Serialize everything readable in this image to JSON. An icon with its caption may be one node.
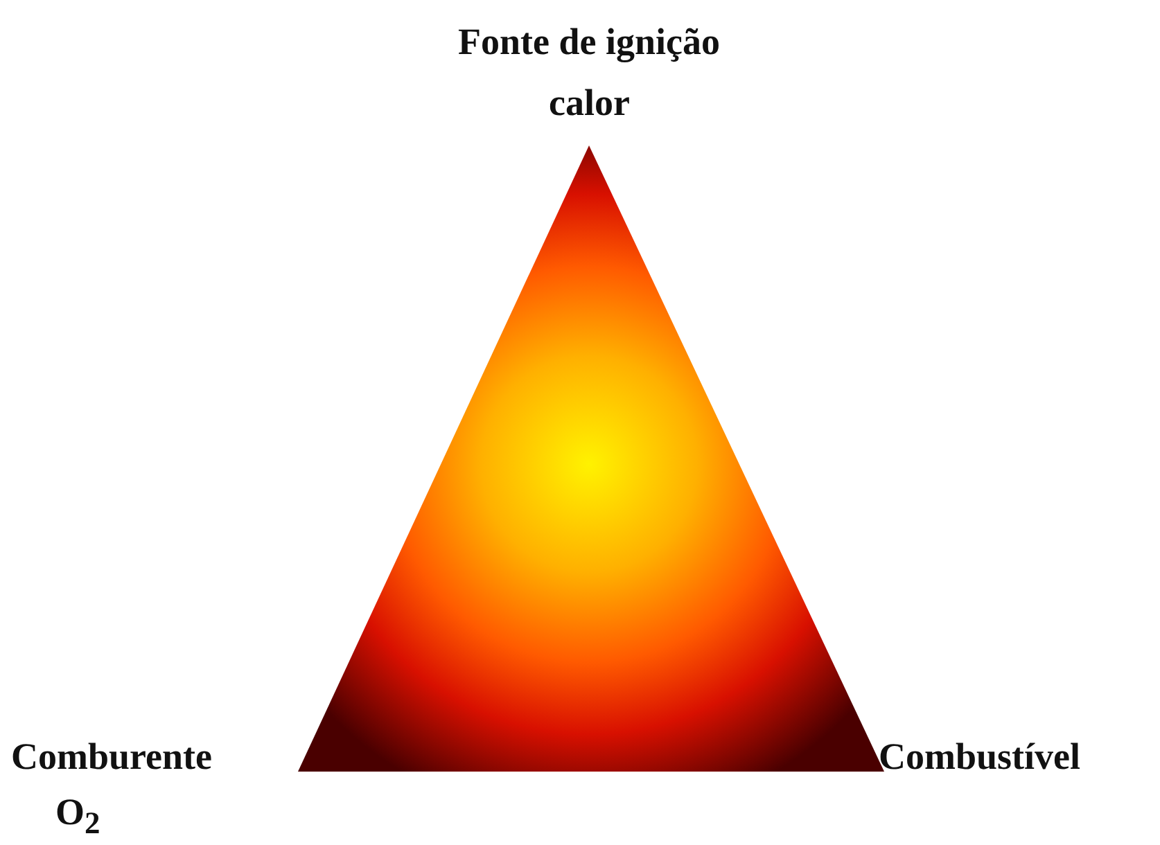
{
  "diagram": {
    "labels": [
      "Fonte de ignição",
      "calor",
      "Comburente",
      "O$_{2}$",
      "Combustível"
    ]
  }
}
